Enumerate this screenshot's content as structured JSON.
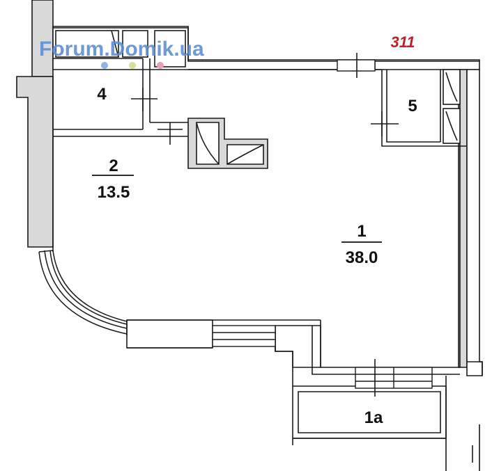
{
  "plan": {
    "number": "311",
    "watermark": "Forum.Domik.ua",
    "rooms": [
      {
        "id": "1",
        "number": "1",
        "area": "38.0"
      },
      {
        "id": "1a",
        "number": "1a"
      },
      {
        "id": "2",
        "number": "2",
        "area": "13.5"
      },
      {
        "id": "4",
        "number": "4"
      },
      {
        "id": "5",
        "number": "5"
      }
    ]
  },
  "colors": {
    "wall": "#1a1a1a",
    "fill": "#d9d9d9",
    "plan_number": "#c0202a",
    "watermark": "#5b8ed6",
    "dot_blue": "#8fb4e8",
    "dot_yellow": "#d8df9a",
    "dot_pink": "#e7a0b6"
  }
}
